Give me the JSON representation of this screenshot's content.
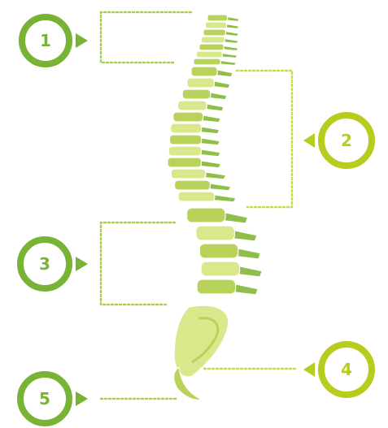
{
  "badges": [
    {
      "id": "1",
      "color": "#78b336"
    },
    {
      "id": "2",
      "color": "#b7cc1e"
    },
    {
      "id": "3",
      "color": "#78b336"
    },
    {
      "id": "4",
      "color": "#b7cc1e"
    },
    {
      "id": "5",
      "color": "#78b336"
    }
  ],
  "palette": {
    "dark_green": "#78b336",
    "lime": "#b7cc1e",
    "bone_light": "#d9e88a",
    "bone_mid": "#b9d35a",
    "bone_dark": "#8fbf4a",
    "bone_stroke": "#ffffff"
  }
}
